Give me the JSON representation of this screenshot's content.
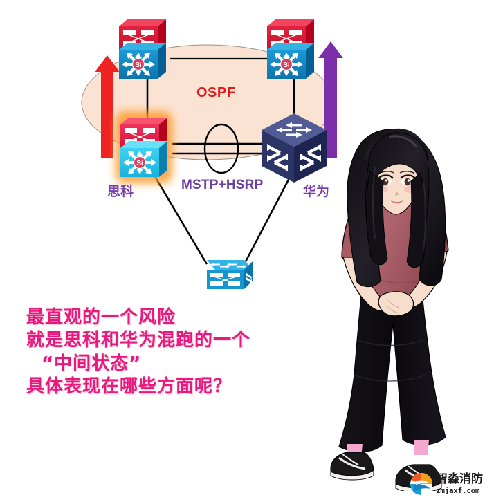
{
  "diagram": {
    "cloud_label": "OSPF",
    "cloud_color": "#fbe3d3",
    "link_protocol_label": "MSTP+HSRP",
    "vendor_left_label": "思科",
    "vendor_right_label": "华为",
    "arrow_left_color": "#ee2222",
    "arrow_right_color": "#7b2fa8",
    "nodes": [
      {
        "name": "cisco-core-switch-left",
        "vendor": "Cisco",
        "type": "layer3-switch",
        "badge": "Si"
      },
      {
        "name": "cisco-core-switch-right",
        "vendor": "Cisco",
        "type": "layer3-switch",
        "badge": "Si"
      },
      {
        "name": "cisco-distribution-switch-highlighted",
        "vendor": "Cisco",
        "type": "layer3-switch",
        "badge": "Si",
        "highlighted": true
      },
      {
        "name": "huawei-switch",
        "vendor": "Huawei",
        "type": "multilayer-switch",
        "badge": ""
      },
      {
        "name": "access-switch-bottom",
        "vendor": "Cisco",
        "type": "workgroup-switch",
        "badge": ""
      }
    ]
  },
  "caption": {
    "lines": [
      "最直观的一个风险",
      "就是思科和华为混跑的一个",
      "“中间状态”",
      "具体表现在哪些方面呢？"
    ],
    "color": "#e8187c"
  },
  "character": {
    "description": "anime-girl-illustration",
    "hair_color": "#0d0a0c",
    "shirt_color": "#a85a62",
    "pants_color": "#121014",
    "skin_color": "#f7ddcb",
    "sock_color": "#f4a8cf",
    "shoe_color": "#161416"
  },
  "watermark": {
    "brand_cn": "智淼消防",
    "url": "zmjaxf.com"
  }
}
